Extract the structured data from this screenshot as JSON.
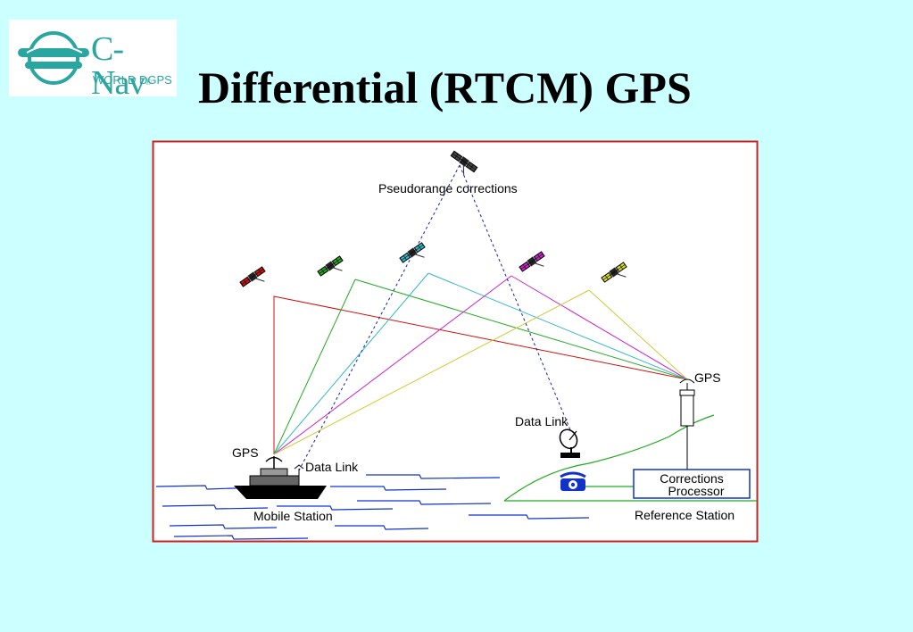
{
  "logo": {
    "name": "C-Nav",
    "registered": "®",
    "tagline": "WORLD DGPS"
  },
  "page": {
    "title": "Differential (RTCM) GPS"
  },
  "diagram": {
    "labels": {
      "pseudorange": "Pseudorange corrections",
      "gps_reference": "GPS",
      "gps_mobile": "GPS",
      "data_link_reference": "Data Link",
      "data_link_mobile": "Data Link",
      "corrections_line1": "Corrections",
      "corrections_line2": "Processor",
      "mobile_station": "Mobile Station",
      "reference_station": "Reference Station"
    },
    "colors": {
      "frame": "#cc2222",
      "sat_red": "#cc1111",
      "sat_green": "#22aa22",
      "sat_cyan": "#33b8c8",
      "sat_magenta": "#cc22cc",
      "sat_yellow": "#dddd22",
      "data_link": "#1122aa",
      "water": "#1133cc",
      "land": "#22aa22",
      "processor_box": "#1133cc"
    },
    "icons": {
      "comm_satellite": "satellite-icon",
      "gps_satellites": [
        "satellite-icon",
        "satellite-icon",
        "satellite-icon",
        "satellite-icon",
        "satellite-icon"
      ],
      "dish": "satellite-dish-icon",
      "phone": "telephone-icon",
      "ship": "ship-icon"
    }
  }
}
